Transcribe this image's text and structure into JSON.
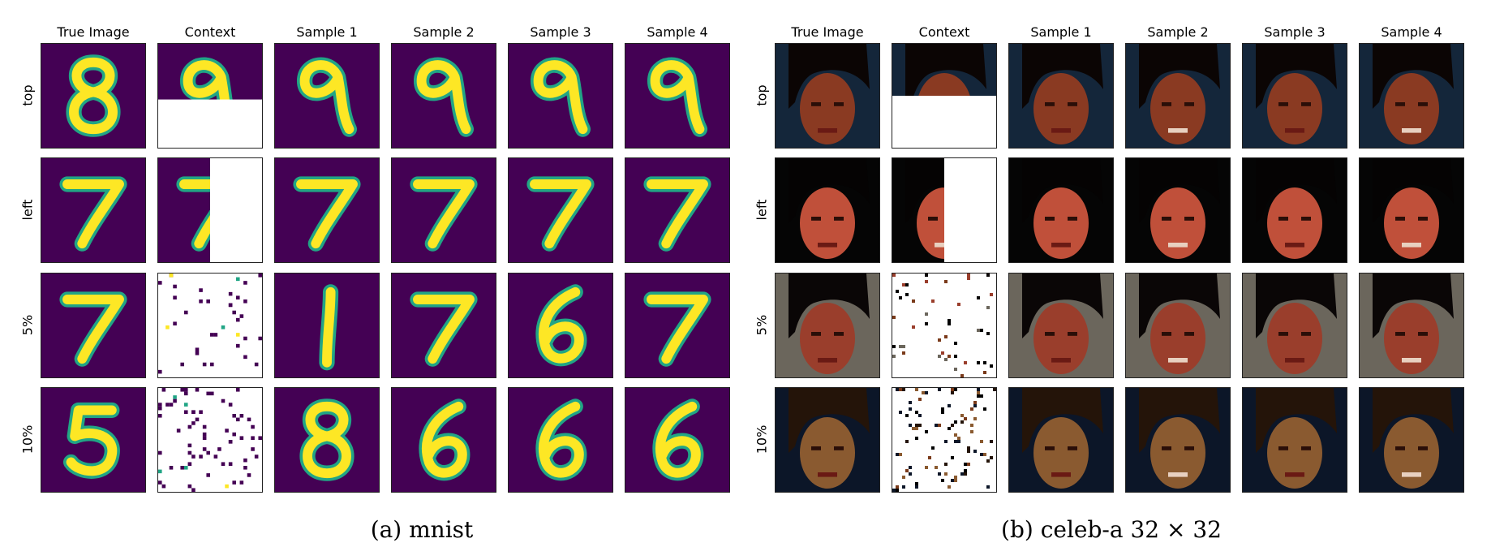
{
  "colors": {
    "mnist_background": "#440154",
    "mnist_stroke_core": "#fde725",
    "mnist_stroke_edge": "#21a585",
    "context_mask": "#ffffff"
  },
  "panels": [
    {
      "id": "mnist",
      "caption": "(a) mnist",
      "columns": [
        "True Image",
        "Context",
        "Sample 1",
        "Sample 2",
        "Sample 3",
        "Sample 4"
      ],
      "rows": [
        {
          "label": "top",
          "mask": "top",
          "digits": [
            "8",
            "9",
            "9",
            "9",
            "9",
            "9"
          ]
        },
        {
          "label": "left",
          "mask": "left",
          "digits": [
            "7",
            "7",
            "7",
            "7",
            "7",
            "7"
          ]
        },
        {
          "label": "5%",
          "mask": "sparse",
          "digits": [
            "7",
            "",
            "1",
            "7",
            "6",
            "7"
          ]
        },
        {
          "label": "10%",
          "mask": "sparse",
          "digits": [
            "5",
            "",
            "8",
            "6",
            "6",
            "6"
          ]
        }
      ]
    },
    {
      "id": "celeba",
      "caption": "(b) celeb-a 32 × 32",
      "columns": [
        "True Image",
        "Context",
        "Sample 1",
        "Sample 2",
        "Sample 3",
        "Sample 4"
      ],
      "rows": [
        {
          "label": "top",
          "mask": "top",
          "face_tone": "#8a3a22",
          "hair": "#0b0504",
          "bg": "#14263a"
        },
        {
          "label": "left",
          "mask": "left",
          "face_tone": "#c0503a",
          "hair": "#050303",
          "bg": "#050505"
        },
        {
          "label": "5%",
          "mask": "sparse",
          "face_tone": "#9a3e2c",
          "hair": "#0a0606",
          "bg": "#6b665c"
        },
        {
          "label": "10%",
          "mask": "sparse",
          "face_tone": "#8a5a30",
          "hair": "#241409",
          "bg": "#0c1628"
        }
      ]
    }
  ]
}
